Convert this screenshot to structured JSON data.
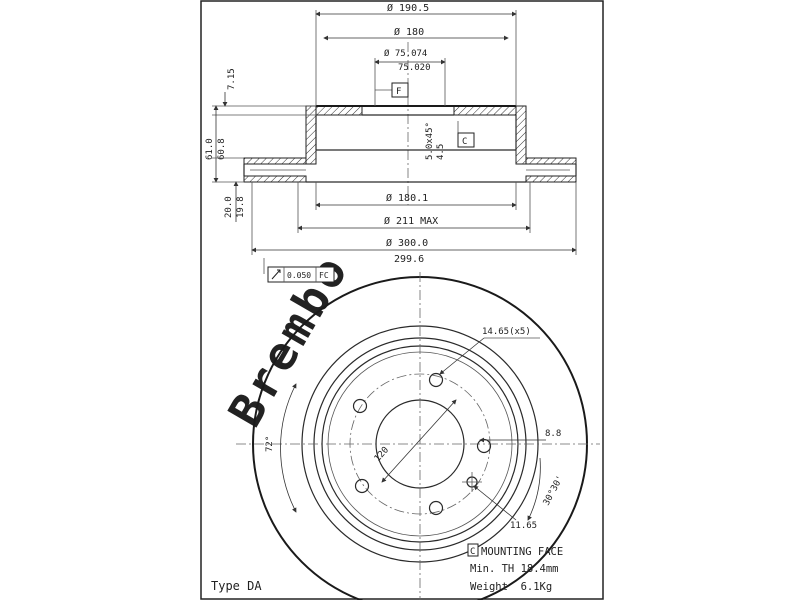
{
  "dimensions": {
    "d_190_5": "Ø 190.5",
    "d_180": "Ø 180",
    "d_75_074": "Ø 75.074",
    "d_75_020": "75.020",
    "h_7_15": "7.15",
    "h_61_0": "61.0",
    "h_60_8": "60.8",
    "chamfer": "5.0x45°",
    "chamfer_2": "4.5",
    "d_180_1": "Ø 180.1",
    "d_211": "Ø 211 MAX",
    "t_20_0": "20.0",
    "t_19_8": "19.8",
    "d_300": "Ø 300.0",
    "d_299_6": "299.6",
    "tolerance": "0.050",
    "tolerance_ref": "FC",
    "holes": "14.65(x5)",
    "angle_72": "72°",
    "pcd_120": "120",
    "d_8_8": "8.8",
    "angle_30": "30°30'",
    "d_11_65": "11.65"
  },
  "datums": {
    "f": "F",
    "c": "C"
  },
  "notes": {
    "mounting_marker": "C",
    "mounting_face": "MOUNTING FACE",
    "min_th": "Min. TH 18.4mm",
    "weight": "Weight  6.1Kg",
    "type": "Type DA"
  },
  "watermark": "Brembo",
  "colors": {
    "line": "#2a2a2a",
    "watermark": "#d9d9d9",
    "background": "#ffffff"
  }
}
